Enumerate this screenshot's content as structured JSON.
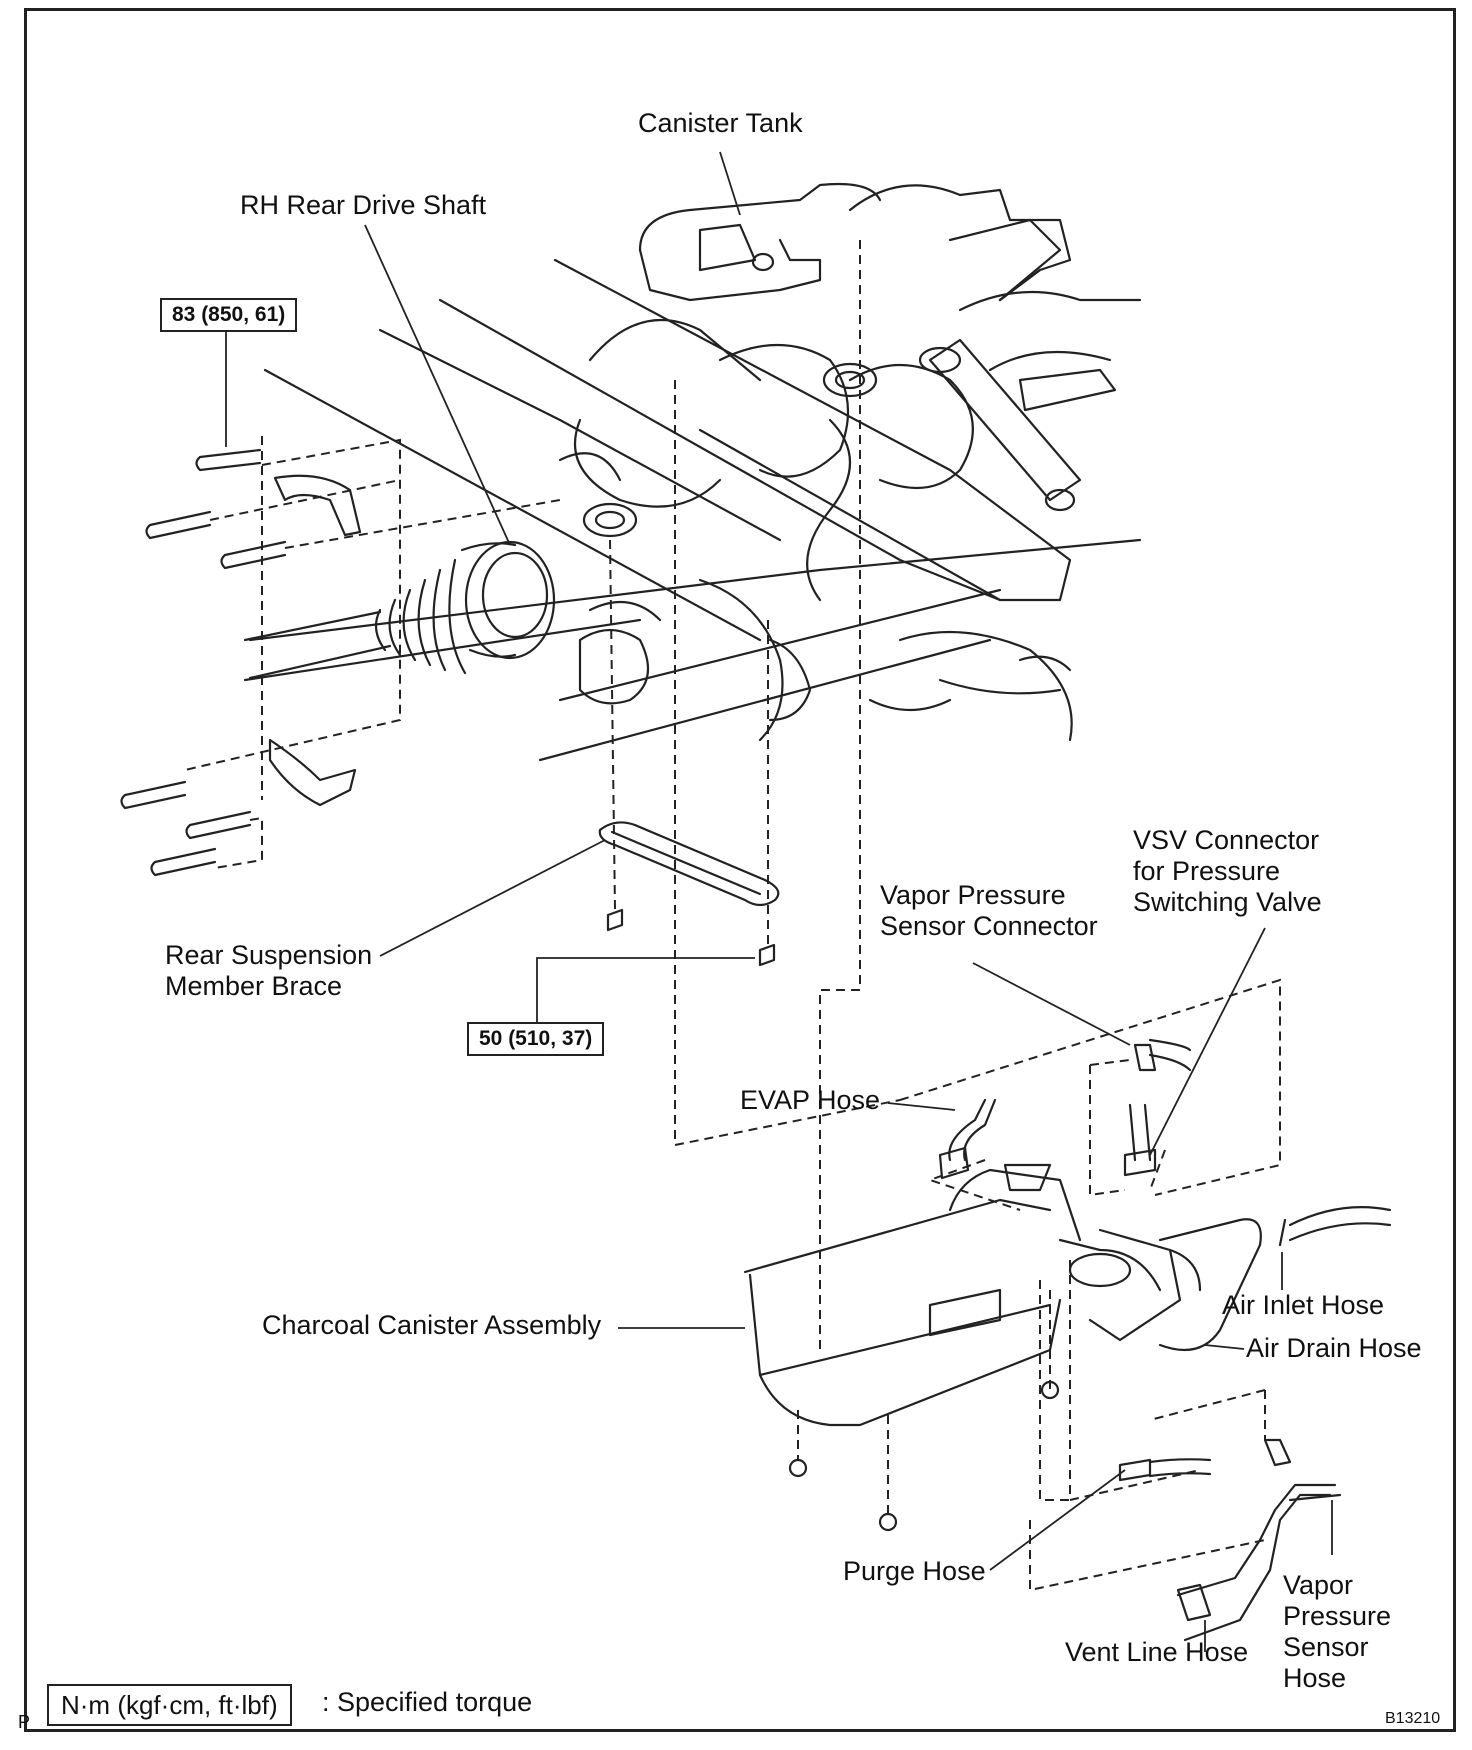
{
  "labels": {
    "canister_tank": "Canister Tank",
    "rh_rear_drive_shaft": "RH Rear Drive Shaft",
    "rear_suspension_member_brace": [
      "Rear Suspension",
      "Member Brace"
    ],
    "vsv_connector": [
      "VSV Connector",
      "for Pressure",
      "Switching Valve"
    ],
    "vapor_pressure_sensor_connector": [
      "Vapor Pressure",
      "Sensor Connector"
    ],
    "evap_hose": "EVAP Hose",
    "charcoal_canister_assembly": "Charcoal Canister Assembly",
    "air_inlet_hose": "Air Inlet Hose",
    "air_drain_hose": "Air Drain Hose",
    "purge_hose": "Purge Hose",
    "vent_line_hose": "Vent Line Hose",
    "vapor_pressure_sensor_hose": [
      "Vapor",
      "Pressure",
      "Sensor",
      "Hose"
    ]
  },
  "torques": {
    "drive_shaft_bolt": "83 (850, 61)",
    "brace_bolt": "50 (510, 37)"
  },
  "legend": {
    "unit_box": "N·m (kgf·cm, ft·lbf)",
    "description": ": Specified torque"
  },
  "corner": {
    "page_letter": "P",
    "figure_id": "B13210"
  }
}
